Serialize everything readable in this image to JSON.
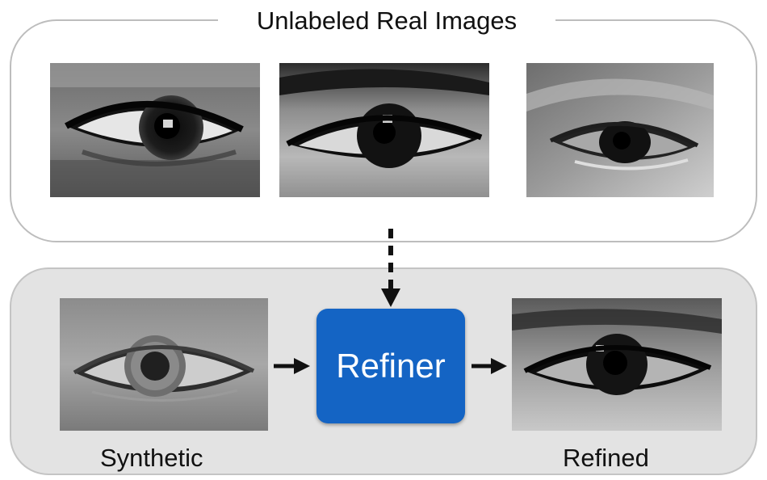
{
  "real_images": {
    "title": "Unlabeled Real Images",
    "images": [
      {
        "icon": "real-eye-photo-1",
        "tone": "dark, heavy texture"
      },
      {
        "icon": "real-eye-photo-2",
        "tone": "dark iris, bright upper lid"
      },
      {
        "icon": "real-eye-photo-3",
        "tone": "soft, downcast"
      }
    ]
  },
  "pipeline": {
    "input_caption": "Synthetic",
    "refiner_label": "Refiner",
    "output_caption": "Refined"
  },
  "colors": {
    "refiner_fill": "#1464c4",
    "panel_fill": "#e3e3e3",
    "panel_stroke": "#bdbdbd",
    "arrow": "#111111"
  },
  "icons": {
    "dashed_arrow": "dashed-down-arrow-icon",
    "solid_arrow": "right-arrow-icon"
  }
}
